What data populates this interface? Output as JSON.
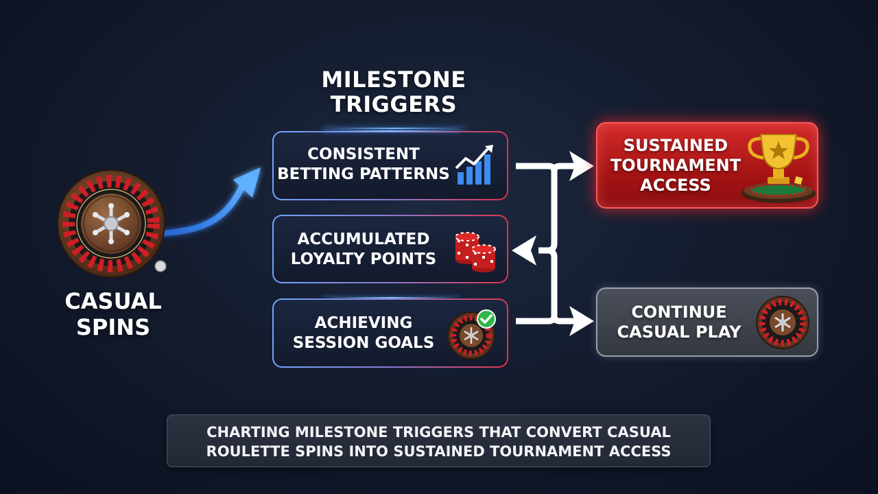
{
  "heading": {
    "lines": [
      "MILESTONE",
      "TRIGGERS"
    ]
  },
  "source": {
    "lines": [
      "CASUAL",
      "SPINS"
    ],
    "icon": "roulette-wheel-icon"
  },
  "triggers": [
    {
      "lines": [
        "CONSISTENT",
        "BETTING PATTERNS"
      ],
      "icon": "rising-bar-chart-icon"
    },
    {
      "lines": [
        "ACCUMULATED",
        "LOYALTY POINTS"
      ],
      "icon": "poker-chip-stacks-icon"
    },
    {
      "lines": [
        "ACHIEVING",
        "SESSION GOALS"
      ],
      "icon": "roulette-checkmark-icon"
    }
  ],
  "outcomes": [
    {
      "lines": [
        "SUSTAINED",
        "TOURNAMENT",
        "ACCESS"
      ],
      "icon": "trophy-icon",
      "color": "#c41c1c"
    },
    {
      "lines": [
        "CONTINUE",
        "CASUAL PLAY"
      ],
      "icon": "roulette-wheel-icon",
      "color": "#3d424b"
    }
  ],
  "caption": {
    "lines": [
      "CHARTING MILESTONE TRIGGERS THAT CONVERT CASUAL",
      "ROULETTE SPINS INTO SUSTAINED TOURNAMENT ACCESS"
    ]
  },
  "colors": {
    "background": "#141c2e",
    "accent_blue": "#4a9bff",
    "accent_red": "#e0344a",
    "arrow": "#ffffff"
  }
}
